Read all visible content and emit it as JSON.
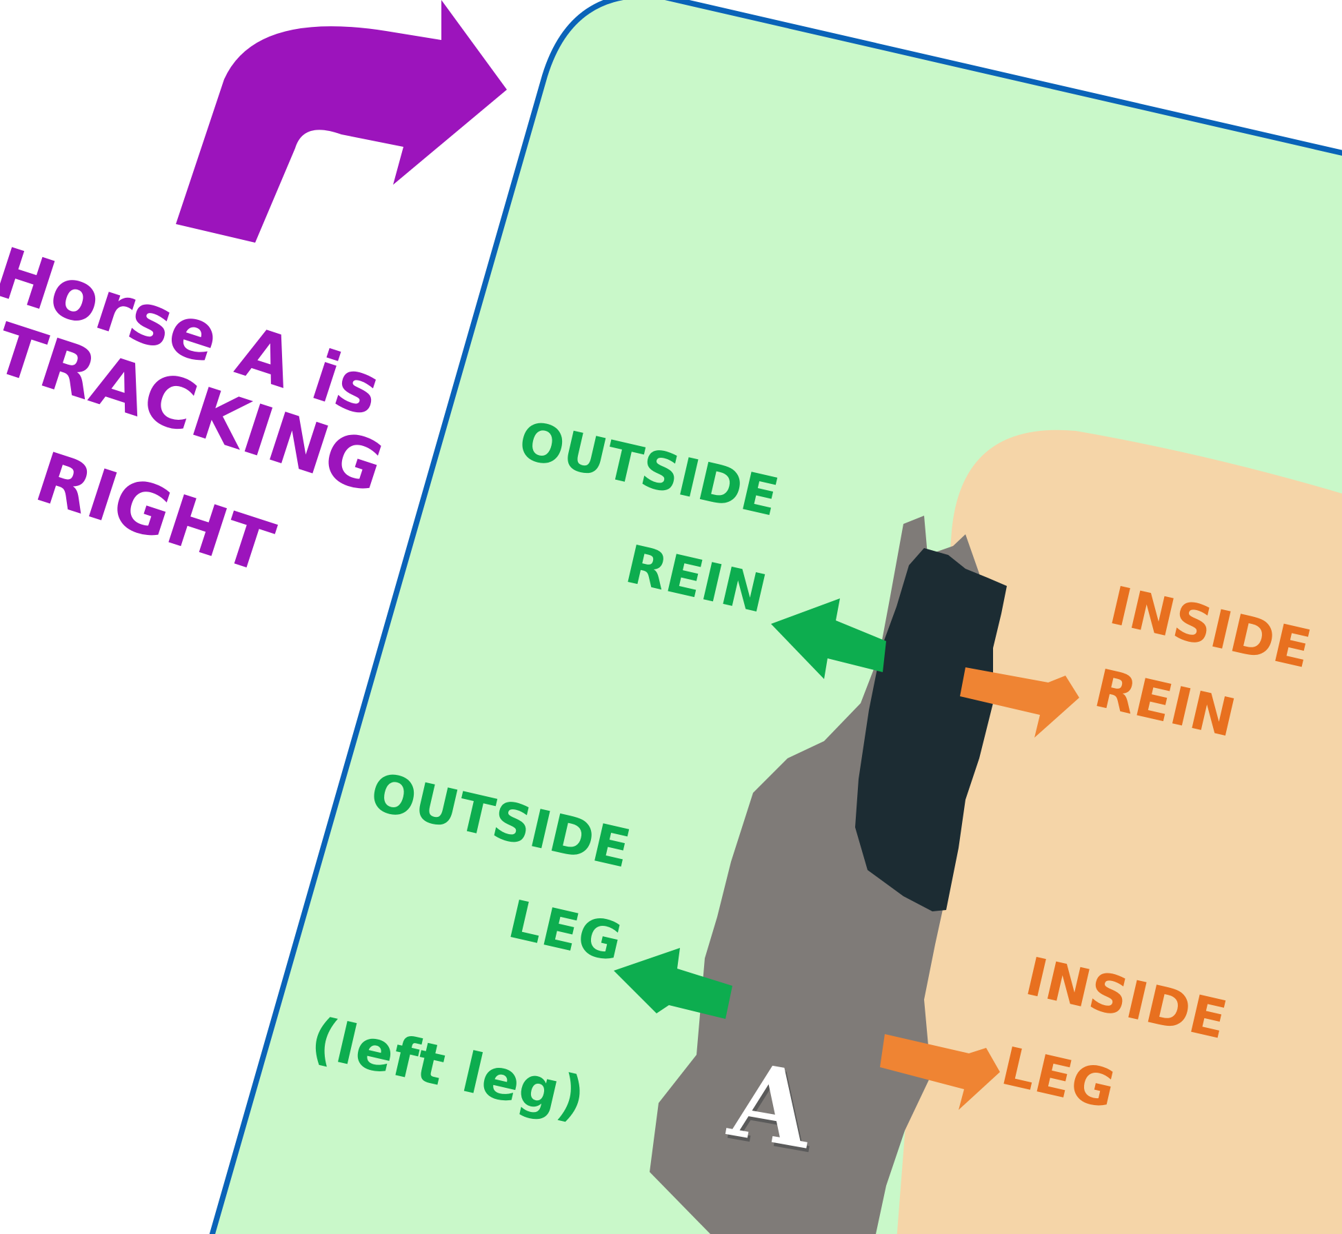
{
  "title": {
    "line1": "Horse A is",
    "line2": "TRACKING",
    "line3": "RIGHT"
  },
  "labels": {
    "outside_rein_1": "OUTSIDE",
    "outside_rein_2": "REIN",
    "inside_rein_1": "INSIDE",
    "inside_rein_2": "REIN",
    "outside_leg_1": "OUTSIDE",
    "outside_leg_2": "LEG",
    "outside_leg_note": "(left leg)",
    "inside_leg_1": "INSIDE",
    "inside_leg_2": "LEG"
  },
  "horse_label": "A",
  "colors": {
    "title": "#9c14bc",
    "outside": "#0dad4f",
    "inside": "#e8701f",
    "arena_fill": "#c9f8c9",
    "arena_border": "#0a63b8",
    "inside_zone": "#f5d5a8",
    "horse_body": "#7f7b78",
    "mane": "#1c2c33"
  }
}
